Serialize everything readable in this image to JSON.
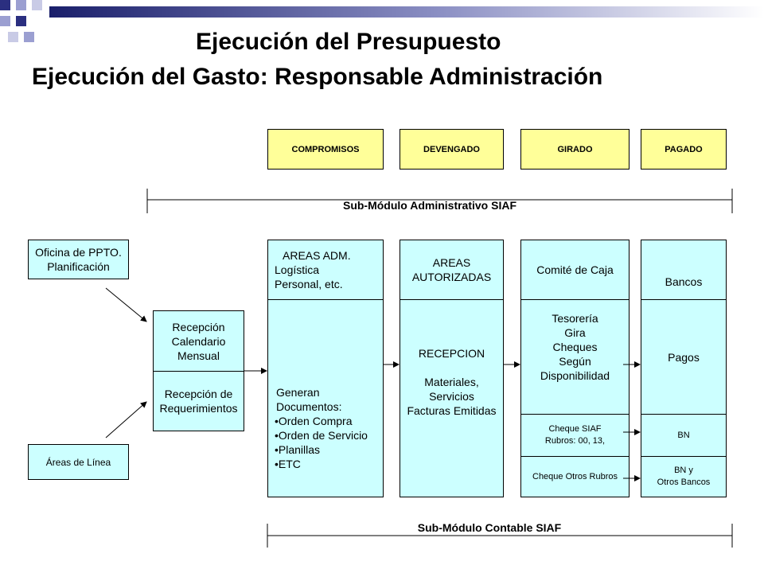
{
  "title": {
    "line1": "Ejecución del Presupuesto",
    "line2": "Ejecución del Gasto:  Responsable Administración"
  },
  "phases": [
    "COMPROMISOS",
    "DEVENGADO",
    "GIRADO",
    "PAGADO"
  ],
  "modules": {
    "admin": "Sub-Módulo Administrativo SIAF",
    "contable": "Sub-Módulo Contable SIAF"
  },
  "left": {
    "oficina": [
      "Oficina de PPTO.",
      "Planificación"
    ],
    "areas_linea": "Áreas de Línea",
    "recepcion_calendario": [
      "Recepción",
      "Calendario",
      "Mensual"
    ],
    "recepcion_requerimientos": [
      "Recepción de",
      "Requerimientos"
    ]
  },
  "compromisos": {
    "header": [
      "AREAS ADM.",
      "Logística",
      "Personal, etc."
    ],
    "body_intro": [
      "Generan",
      "Documentos:"
    ],
    "bullets": [
      "Orden Compra",
      "Orden de Servicio",
      "Planillas",
      "ETC"
    ]
  },
  "devengado": {
    "header": [
      "AREAS",
      "AUTORIZADAS"
    ],
    "body": [
      "RECEPCION",
      "",
      "Materiales,",
      "Servicios",
      "Facturas Emitidas"
    ]
  },
  "girado": {
    "header": "Comité de Caja",
    "body": [
      "Tesorería",
      "Gira",
      "Cheques",
      "Según",
      "Disponibilidad"
    ],
    "cheque_siaf": [
      "Cheque SIAF",
      "Rubros: 00,  13,"
    ],
    "cheque_otros": "Cheque Otros Rubros"
  },
  "pagado": {
    "header": "Bancos",
    "body": "Pagos",
    "bn": "BN",
    "bn_otros": [
      "BN y",
      "Otros Bancos"
    ]
  },
  "colors": {
    "phase_fill": "#ffff99",
    "box_fill": "#ccffff",
    "title_gradient_start": "#1a1f6b",
    "title_gradient_end": "#ffffff"
  }
}
